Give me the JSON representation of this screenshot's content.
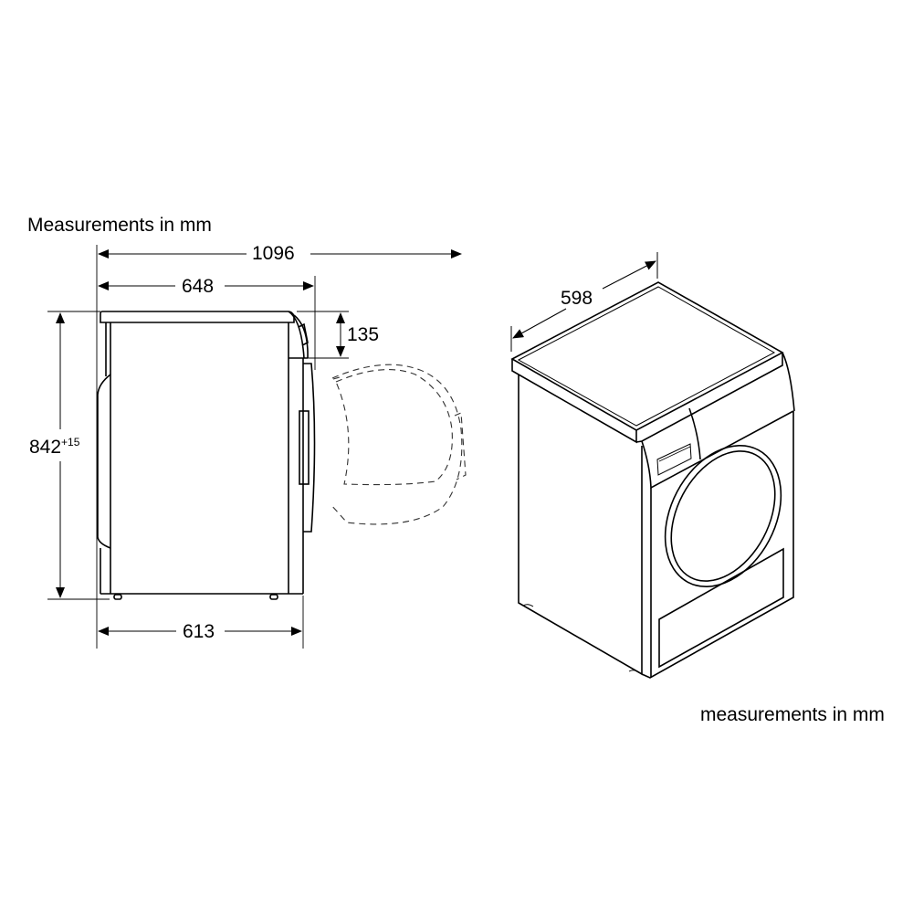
{
  "page": {
    "title_left": "Measurements in mm",
    "title_right": "measurements in mm"
  },
  "side_view": {
    "dimensions": {
      "total_depth_door_open": "1096",
      "depth": "648",
      "control_panel_depth": "135",
      "height": "842",
      "height_tolerance": "+15",
      "body_depth": "613"
    }
  },
  "iso_view": {
    "dimensions": {
      "width": "598"
    }
  },
  "colors": {
    "line": "#000000",
    "dashed_door": "#333333",
    "background": "#ffffff"
  }
}
